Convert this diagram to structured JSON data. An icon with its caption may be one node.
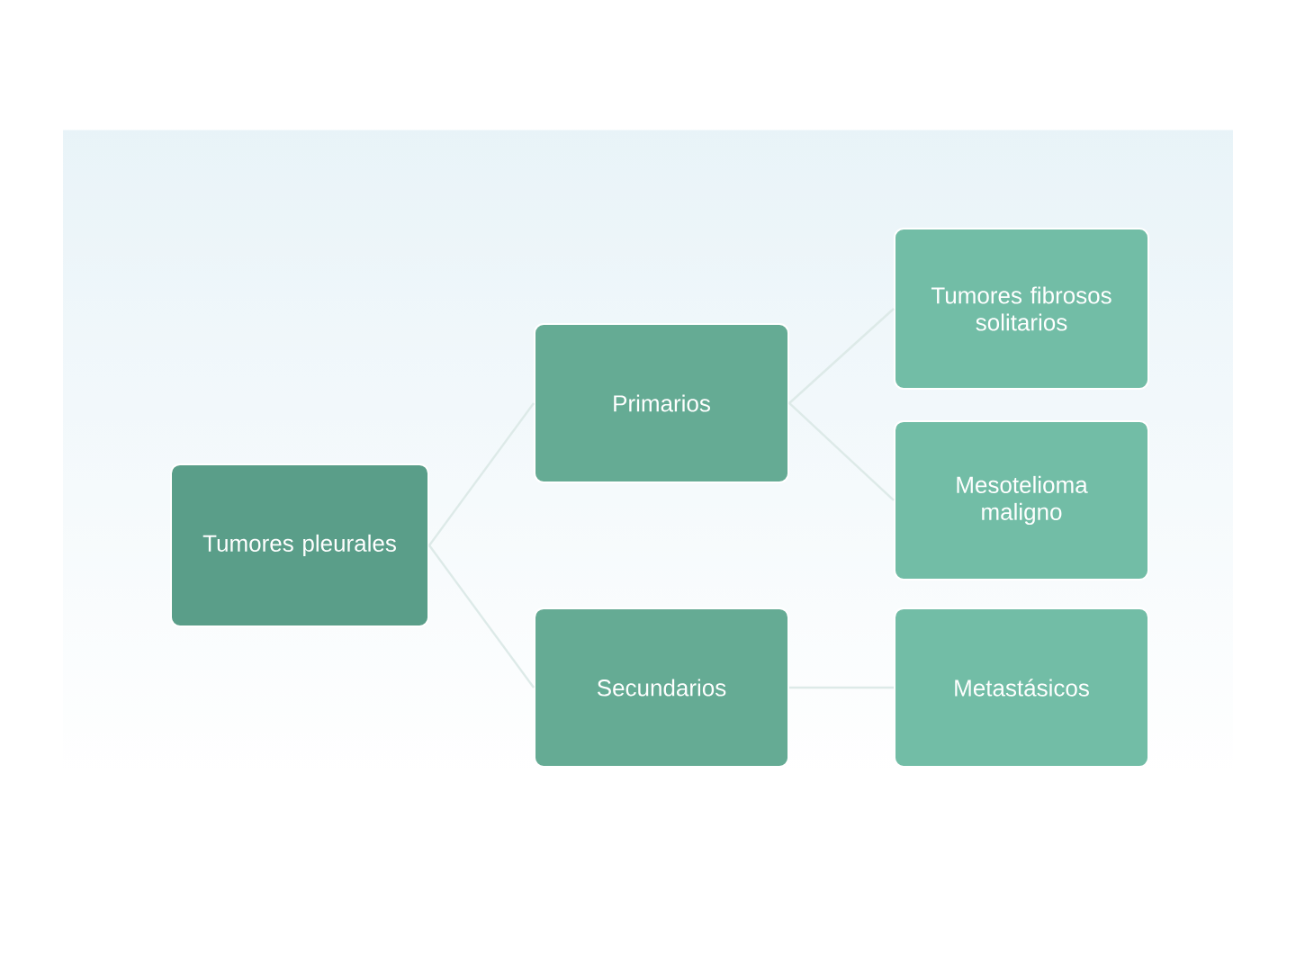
{
  "diagram": {
    "nodes": [
      {
        "text": [
          "Tumores pleurales"
        ]
      },
      {
        "text": [
          "Primarios"
        ]
      },
      {
        "text": [
          "Secundarios"
        ]
      },
      {
        "text": [
          "Tumores fibrosos solitarios"
        ]
      },
      {
        "text": [
          "Mesotelioma maligno"
        ]
      },
      {
        "text": [
          "Metastásicos"
        ]
      }
    ],
    "edges": [
      {
        "from": 0,
        "to": 1,
        "arrow": "none"
      },
      {
        "from": 0,
        "to": 2,
        "arrow": "none"
      },
      {
        "from": 1,
        "to": 3,
        "arrow": "none"
      },
      {
        "from": 1,
        "to": 4,
        "arrow": "none"
      },
      {
        "from": 2,
        "to": 5,
        "arrow": "none"
      }
    ]
  }
}
